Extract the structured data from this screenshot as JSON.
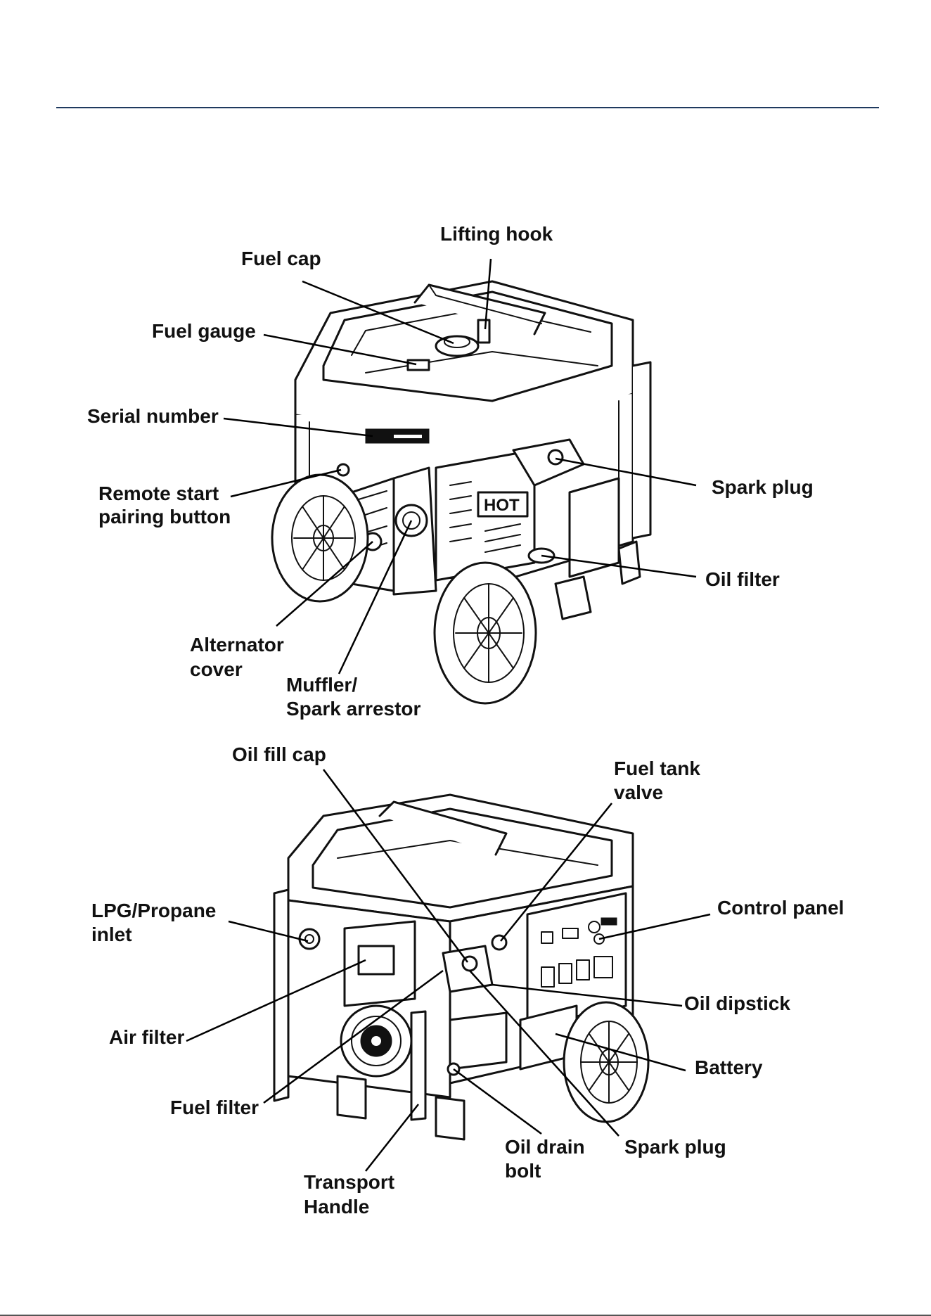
{
  "colors": {
    "rule": "#1f3a5f",
    "ink": "#111111",
    "background": "#ffffff"
  },
  "top_view": {
    "labels": {
      "lifting_hook": "Lifting hook",
      "fuel_cap": "Fuel cap",
      "fuel_gauge": "Fuel gauge",
      "serial_number": "Serial number",
      "remote_start_1": "Remote start",
      "remote_start_2": "pairing button",
      "spark_plug": "Spark plug",
      "oil_filter": "Oil filter",
      "alternator_1": "Alternator",
      "alternator_2": "cover",
      "muffler_1": "Muffler/",
      "muffler_2": "Spark arrestor",
      "brand_badge": "HOT"
    }
  },
  "bottom_view": {
    "labels": {
      "oil_fill_cap": "Oil fill cap",
      "fuel_tank_valve_1": "Fuel tank",
      "fuel_tank_valve_2": "valve",
      "lpg_1": "LPG/Propane",
      "lpg_2": "inlet",
      "control_panel": "Control panel",
      "air_filter": "Air filter",
      "oil_dipstick": "Oil dipstick",
      "battery": "Battery",
      "fuel_filter": "Fuel filter",
      "oil_drain_1": "Oil drain",
      "oil_drain_2": "bolt",
      "spark_plug": "Spark plug",
      "transport_1": "Transport",
      "transport_2": "Handle"
    }
  }
}
